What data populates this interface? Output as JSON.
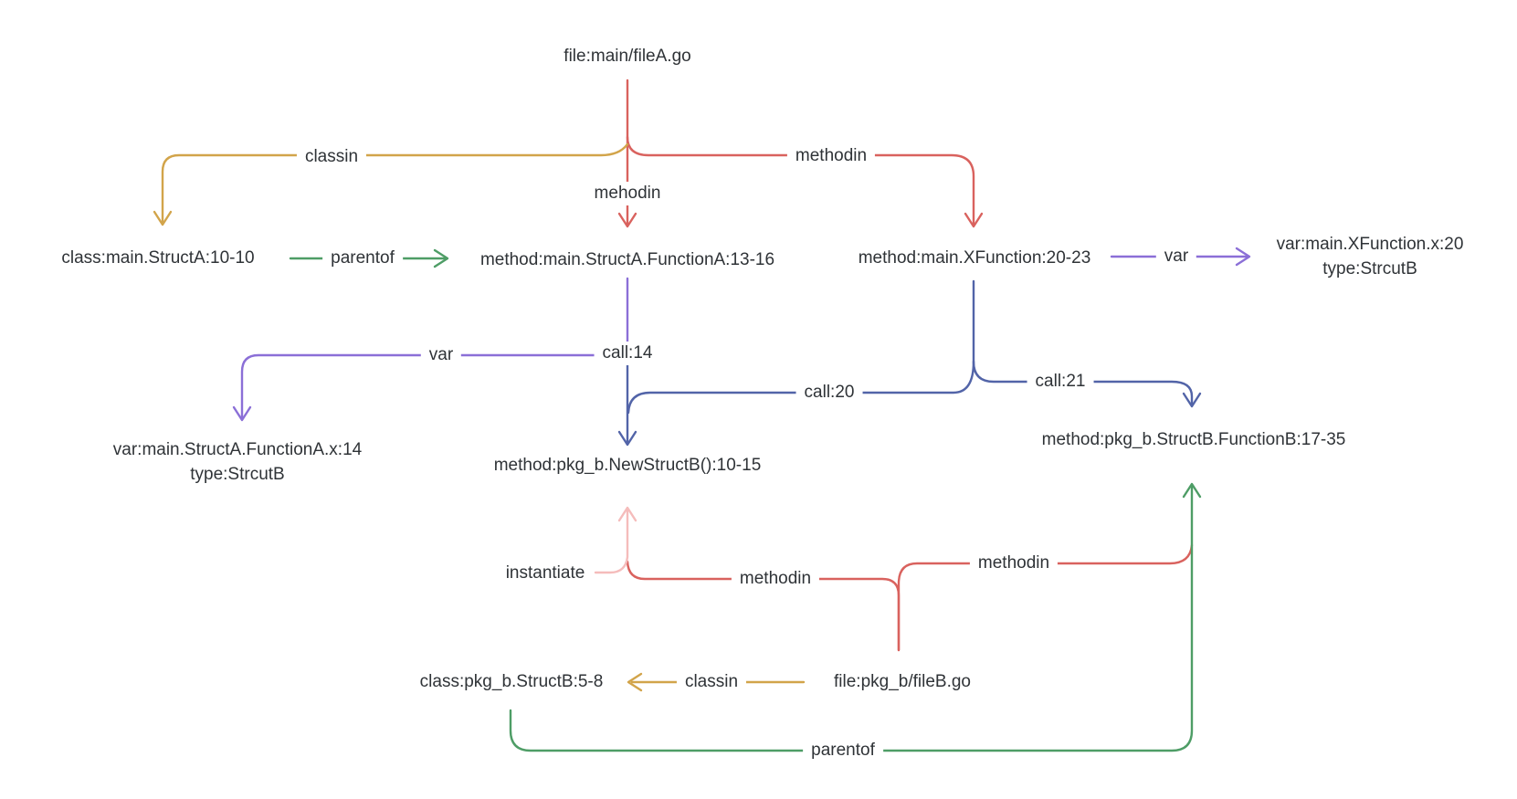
{
  "diagram_type": "code-relationship-graph",
  "nodes": {
    "file_a": {
      "label": "file:main/fileA.go"
    },
    "class_struct_a": {
      "label": "class:main.StructA:10-10"
    },
    "method_function_a": {
      "label": "method:main.StructA.FunctionA:13-16"
    },
    "method_xfunction": {
      "label": "method:main.XFunction:20-23"
    },
    "var_xfunction_x": {
      "line1": "var:main.XFunction.x:20",
      "line2": "type:StrcutB"
    },
    "var_function_a_x": {
      "line1": "var:main.StructA.FunctionA.x:14",
      "line2": "type:StrcutB"
    },
    "method_new_struct_b": {
      "label": "method:pkg_b.NewStructB():10-15"
    },
    "method_function_b": {
      "label": "method:pkg_b.StructB.FunctionB:17-35"
    },
    "class_struct_b": {
      "label": "class:pkg_b.StructB:5-8"
    },
    "file_b": {
      "label": "file:pkg_b/fileB.go"
    }
  },
  "edges": [
    {
      "from": "file:main/fileA.go",
      "to": "class:main.StructA:10-10",
      "label": "classin",
      "color": "#d2a44a"
    },
    {
      "from": "file:main/fileA.go",
      "to": "method:main.StructA.FunctionA:13-16",
      "label": "mehodin",
      "color": "#d9625e"
    },
    {
      "from": "file:main/fileA.go",
      "to": "method:main.XFunction:20-23",
      "label": "methodin",
      "color": "#d9625e"
    },
    {
      "from": "class:main.StructA:10-10",
      "to": "method:main.StructA.FunctionA:13-16",
      "label": "parentof",
      "color": "#4e9d66"
    },
    {
      "from": "method:main.XFunction:20-23",
      "to": "var:main.XFunction.x:20",
      "label": "var",
      "color": "#8b6fd7"
    },
    {
      "from": "method:main.StructA.FunctionA:13-16",
      "to": "var:main.StructA.FunctionA.x:14",
      "label": "var",
      "color": "#8b6fd7"
    },
    {
      "from": "method:main.StructA.FunctionA:13-16",
      "to": "method:pkg_b.NewStructB():10-15",
      "label": "call:14",
      "color": "#8b6fd7"
    },
    {
      "from": "method:main.XFunction:20-23",
      "to": "method:pkg_b.NewStructB():10-15",
      "label": "call:20",
      "color": "#5264a8"
    },
    {
      "from": "method:main.XFunction:20-23",
      "to": "method:pkg_b.StructB.FunctionB:17-35",
      "label": "call:21",
      "color": "#5264a8"
    },
    {
      "from": "class:pkg_b.StructB:5-8",
      "to": "method:pkg_b.NewStructB():10-15",
      "label": "instantiate",
      "color": "#f5bcbb"
    },
    {
      "from": "file:pkg_b/fileB.go",
      "to": "method:pkg_b.NewStructB():10-15",
      "label": "methodin",
      "color": "#d9625e"
    },
    {
      "from": "file:pkg_b/fileB.go",
      "to": "method:pkg_b.StructB.FunctionB:17-35",
      "label": "methodin",
      "color": "#d9625e"
    },
    {
      "from": "file:pkg_b/fileB.go",
      "to": "class:pkg_b.StructB:5-8",
      "label": "classin",
      "color": "#d2a44a"
    },
    {
      "from": "class:pkg_b.StructB:5-8",
      "to": "method:pkg_b.StructB.FunctionB:17-35",
      "label": "parentof",
      "color": "#4e9d66"
    }
  ],
  "edge_colors": {
    "classin": "#d2a44a",
    "methodin": "#d9625e",
    "parentof": "#4e9d66",
    "var": "#8b6fd7",
    "call": "#5264a8",
    "instantiate": "#f5bcbb"
  },
  "text_color": "#2f3337",
  "background_color": "#ffffff"
}
